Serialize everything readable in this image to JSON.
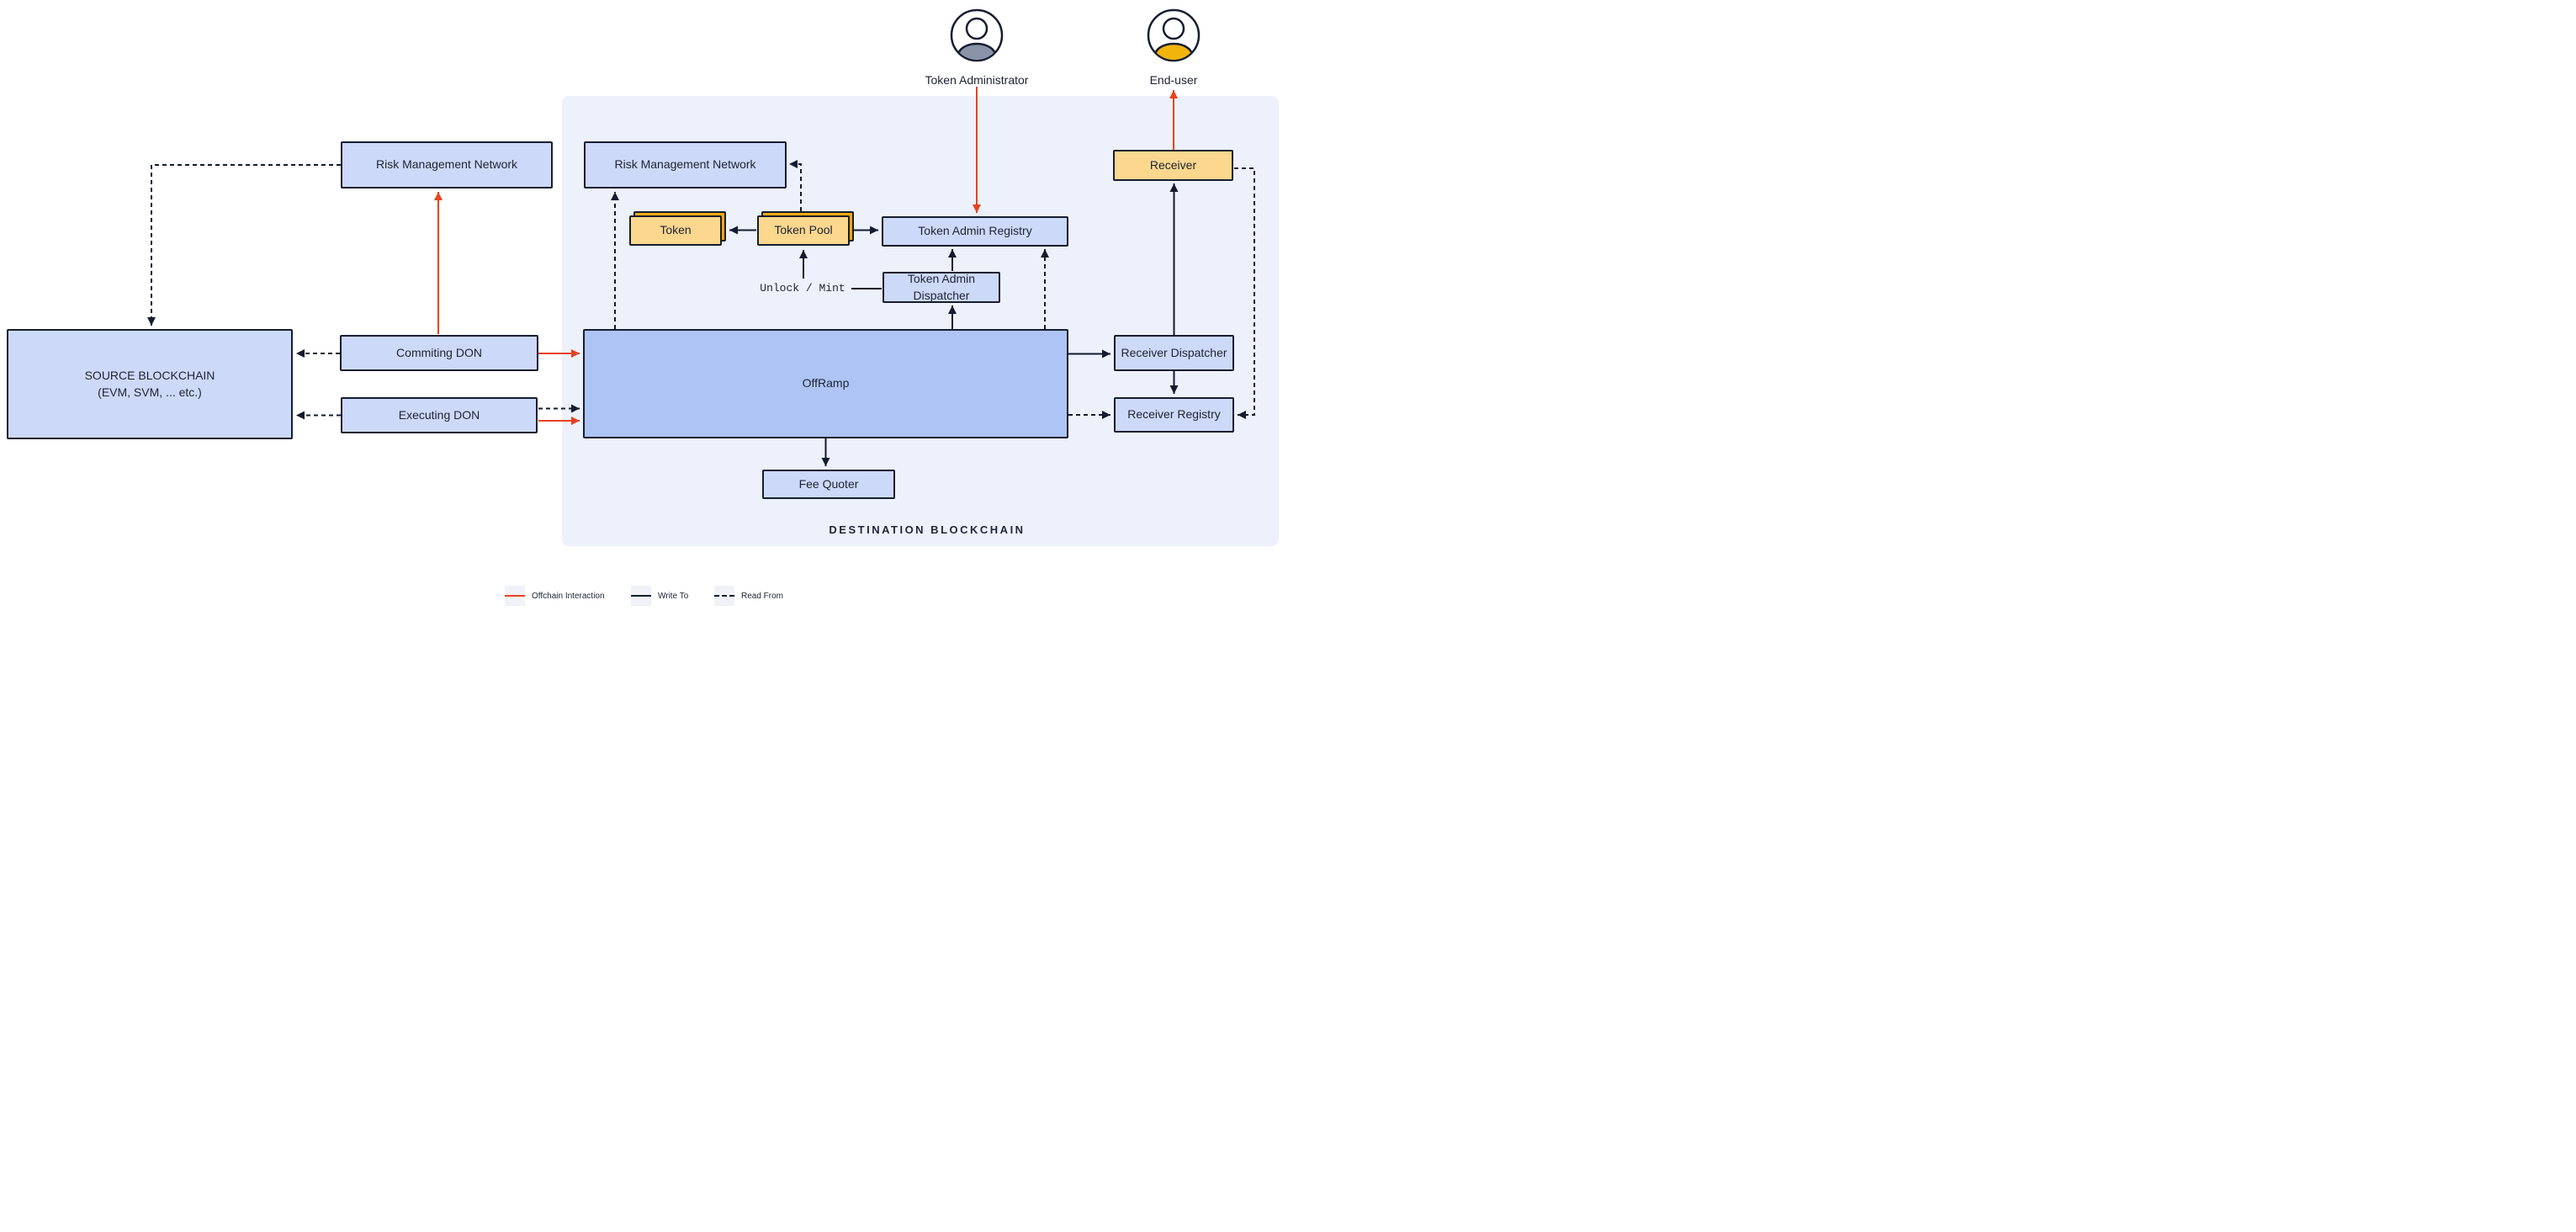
{
  "actors": {
    "token_administrator": {
      "label": "Token Administrator"
    },
    "end_user": {
      "label": "End-user"
    }
  },
  "source_chain": {
    "label_line1": "SOURCE BLOCKCHAIN",
    "label_line2": "(EVM, SVM, ... etc.)"
  },
  "offchain": {
    "risk_management_network": "Risk Management Network",
    "commiting_don": "Commiting DON",
    "executing_don": "Executing DON"
  },
  "destination": {
    "panel_label": "DESTINATION BLOCKCHAIN",
    "risk_management_network": "Risk Management Network",
    "token": "Token",
    "token_pool": "Token Pool",
    "token_admin_registry": "Token Admin Registry",
    "token_admin_dispatcher": "Token Admin Dispatcher",
    "unlock_mint_label": "Unlock / Mint",
    "offramp": "OffRamp",
    "fee_quoter": "Fee Quoter",
    "receiver": "Receiver",
    "receiver_dispatcher": "Receiver Dispatcher",
    "receiver_registry": "Receiver Registry"
  },
  "legend": [
    {
      "label": "Offchain Interaction",
      "line_style": "solid",
      "line_color": "#e8421d"
    },
    {
      "label": "Write To",
      "line_style": "solid",
      "line_color": "#141b2e"
    },
    {
      "label": "Read From",
      "line_style": "dashed",
      "line_color": "#141b2e"
    }
  ],
  "colors": {
    "node_fill_blue": "#cdd9f8",
    "offramp_fill": "#aec4f4",
    "token_front_fill": "#fcd78e",
    "token_back_fill": "#f2a90e",
    "panel_background": "#edf1fc",
    "border_and_text": "#161d30",
    "offchain_red": "#e8421d",
    "admin_avatar_fill": "#8a93a8",
    "end_user_avatar_fill": "#f0b40c"
  }
}
